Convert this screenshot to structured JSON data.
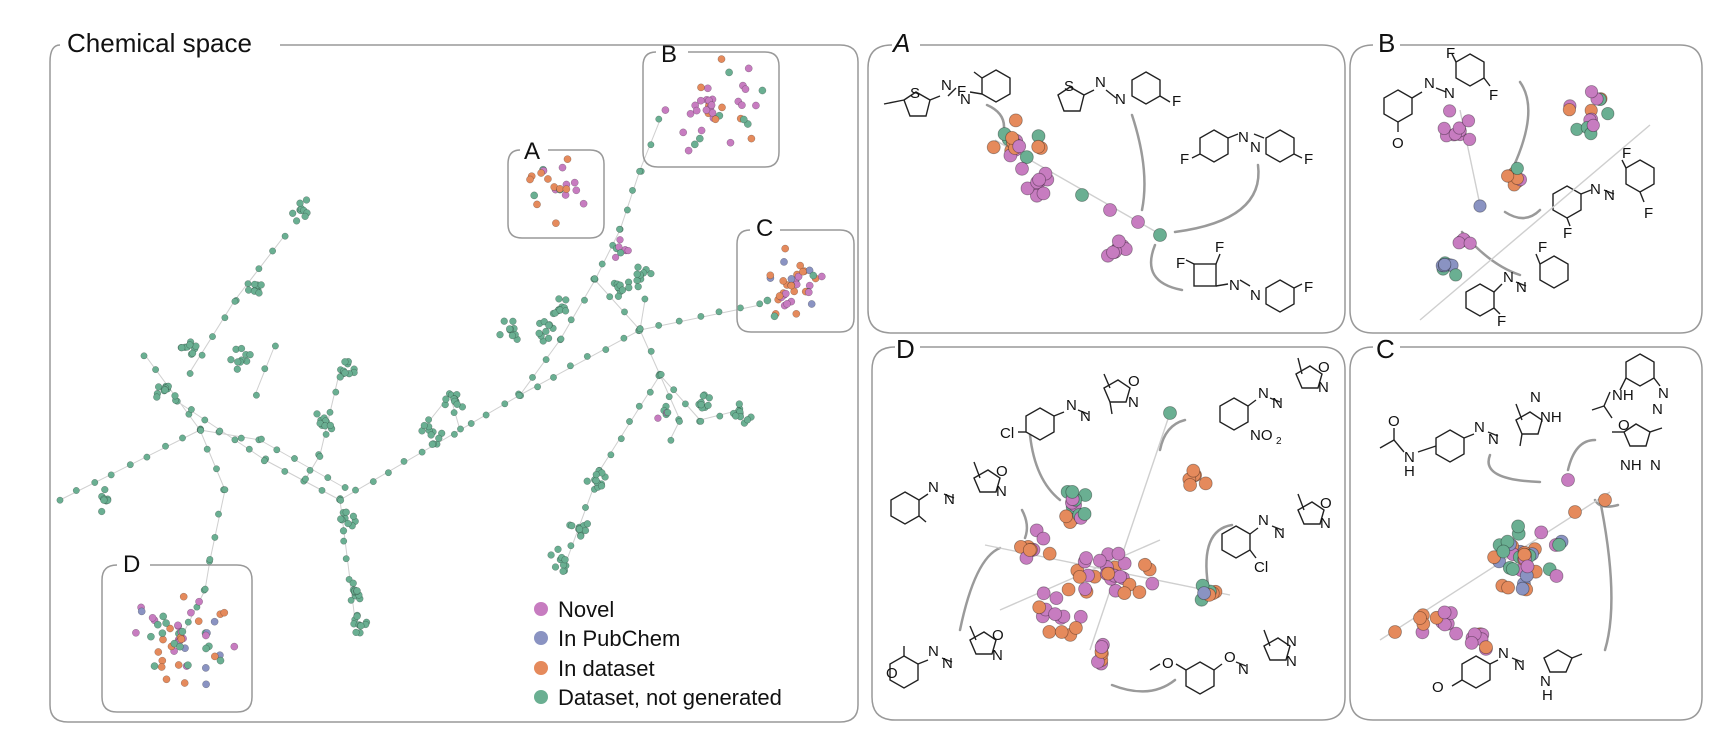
{
  "colors": {
    "novel": "#c77cc0",
    "pubchem": "#8a93c2",
    "in_dataset": "#e58a5c",
    "dataset_not_generated": "#6aaf92",
    "edge": "#cfcfcf",
    "frame": "#999999",
    "connector": "#9a9a9a",
    "bond": "#222222"
  },
  "main_panel": {
    "title": "Chemical space",
    "callouts": [
      "A",
      "B",
      "C",
      "D"
    ]
  },
  "legend": {
    "items": [
      {
        "label": "Novel",
        "color_key": "novel"
      },
      {
        "label": "In PubChem",
        "color_key": "pubchem"
      },
      {
        "label": "In dataset",
        "color_key": "in_dataset"
      },
      {
        "label": "Dataset, not generated",
        "color_key": "dataset_not_generated"
      }
    ]
  },
  "zoom_panels": [
    {
      "title": "A"
    },
    {
      "title": "B"
    },
    {
      "title": "D"
    },
    {
      "title": "C"
    }
  ],
  "atom_labels": {
    "a": [
      "F",
      "S",
      "N",
      "N",
      "S",
      "N",
      "N",
      "F",
      "F",
      "N",
      "N",
      "F",
      "F",
      "F",
      "N",
      "N",
      "F"
    ],
    "b": [
      "F",
      "N",
      "N",
      "F",
      "O",
      "F",
      "N",
      "N",
      "F",
      "F",
      "F",
      "N",
      "N",
      "F"
    ],
    "d": [
      "Cl",
      "N",
      "N",
      "O",
      "N",
      "N",
      "N",
      "O",
      "N",
      "NO",
      "2",
      "N",
      "N",
      "O",
      "N",
      "N",
      "N",
      "O",
      "N",
      "Cl",
      "O",
      "N",
      "N",
      "O",
      "N",
      "O",
      "N",
      "N",
      "O",
      "N"
    ],
    "c": [
      "O",
      "N",
      "H",
      "N",
      "N",
      "N",
      "NH",
      "NH",
      "O",
      "N",
      "N",
      "NH",
      "N",
      "O",
      "N",
      "N",
      "N",
      "H"
    ]
  }
}
